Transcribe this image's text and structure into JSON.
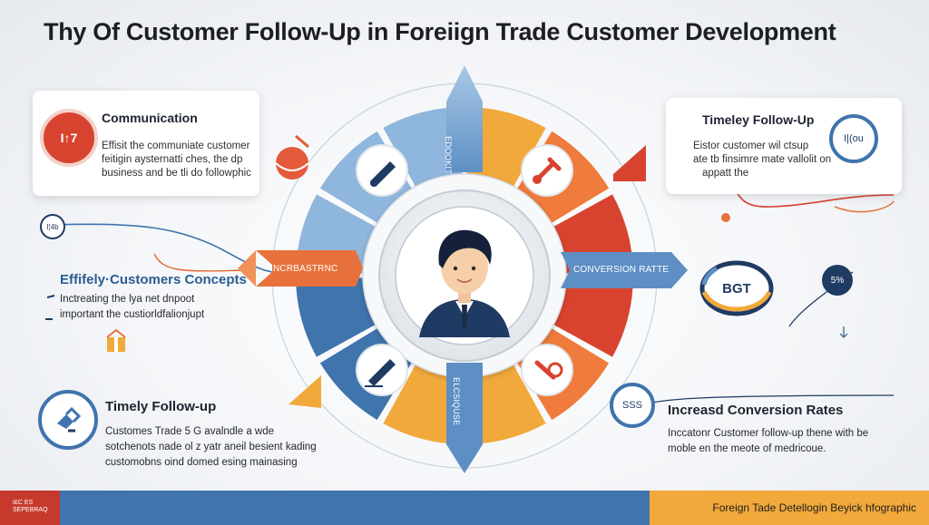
{
  "title": "Thy Of Customer Follow-Up in Foreiign Trade Customer Development",
  "colors": {
    "red": "#d8432f",
    "orange": "#ef7b3c",
    "amber": "#f2a93b",
    "blue": "#3f74ad",
    "light_blue": "#8fb6dc",
    "navy": "#1f3b63"
  },
  "cards": {
    "communication": {
      "title": "Communication",
      "icon": "person-badge-icon",
      "icon_text": "I↑7",
      "lines": [
        "Effisit the communiate customer",
        "feitigin aysternatti ches, the dp",
        "business and be tli do followphic"
      ]
    },
    "timely_follow_up_right": {
      "title": "Timeley Follow-Up",
      "icon": "document-hand-icon",
      "icon_text": "I|(ou",
      "lines": [
        "Eistor customer wil ctsup",
        "ate tb finsimre mate vallolit on",
        "appatt the"
      ]
    },
    "effective_concepts": {
      "title": "Effifely·Customers Concepts",
      "lines": [
        "Inctreating the lya net dnpoot",
        "important the custiorldfalionjupt"
      ]
    },
    "timely_follow_up_left": {
      "title": "Timely Follow-up",
      "icon": "handshake-icon",
      "lines": [
        "Customes Trade 5 G avalndle a wde",
        "sotchenots nade ol z yatr aneil besient kading",
        "customobns oind domed esing mainasing"
      ]
    },
    "conversion_rates": {
      "title": "Increasd Conversion Rates",
      "lines": [
        "Inccatonr Customer follow-up thene with be",
        "moble en the meote of medricoue."
      ]
    }
  },
  "wheel": {
    "center_icon": "businessman-avatar-icon",
    "top_arrow_label": "EDOOKIT",
    "left_arrow_label": "INCRBASTRNC",
    "right_arrow_label": "CONVERSION RATTE",
    "bottom_arrow_label": "ELCSIQUSE",
    "segment_icons": [
      "pen-tool-icon",
      "wrench-tool-icon",
      "pen-tool-icon",
      "wrench-tool-icon"
    ]
  },
  "badges": {
    "left_top": "I¦4b",
    "right_pct": "5%",
    "bgt": "BGT",
    "sss": "SSS"
  },
  "footer": {
    "left_text_1": "I£C ES",
    "left_text_2": "SEPEBRAQ",
    "text": "Foreign Tade Detellogin Beyick hfographic"
  }
}
